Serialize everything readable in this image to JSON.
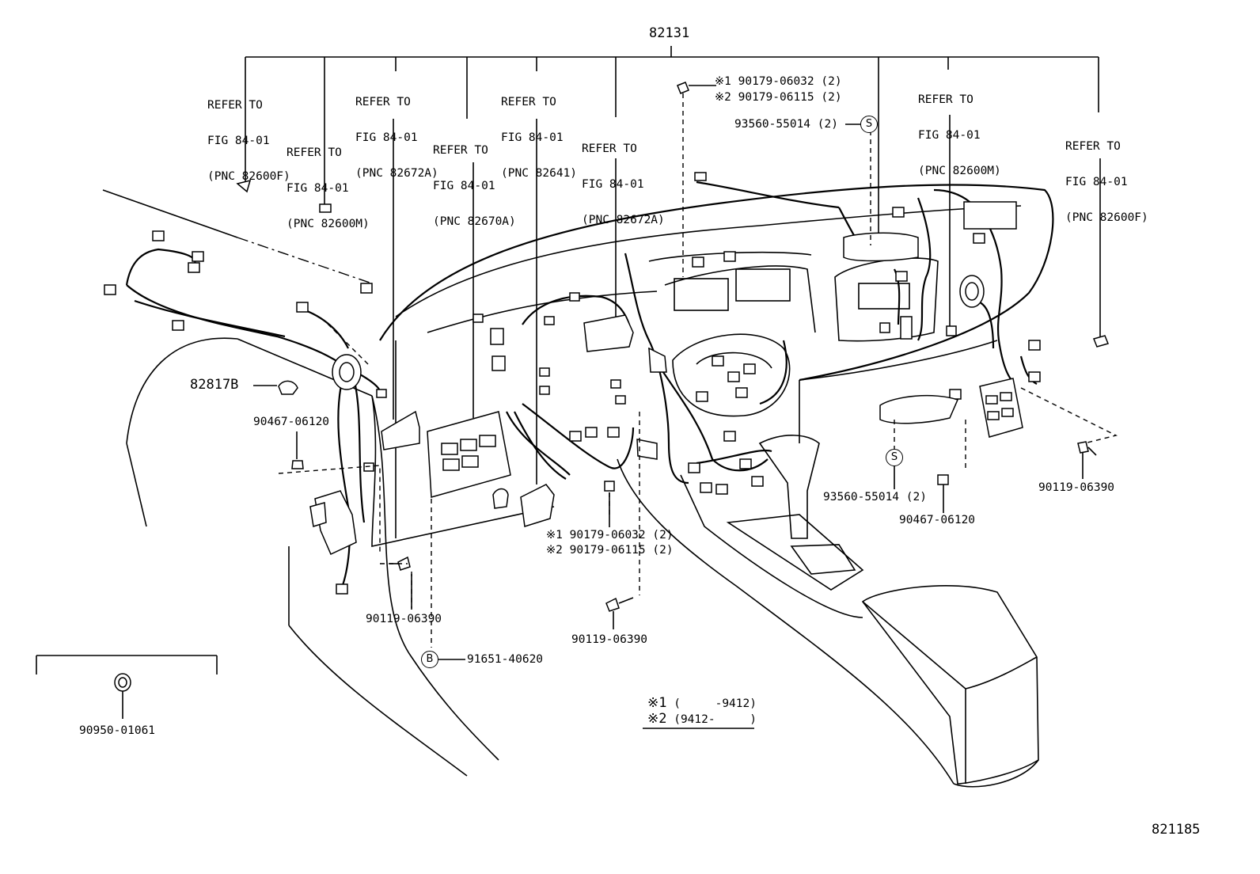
{
  "main_part": "82131",
  "refer_labels": [
    {
      "line1": "REFER TO",
      "line2": "FIG 84-01",
      "line3": "(PNC 82600F)"
    },
    {
      "line1": "REFER TO",
      "line2": "FIG 84-01",
      "line3": "(PNC 82600M)"
    },
    {
      "line1": "REFER TO",
      "line2": "FIG 84-01",
      "line3": "(PNC 82672A)"
    },
    {
      "line1": "REFER TO",
      "line2": "FIG 84-01",
      "line3": "(PNC 82670A)"
    },
    {
      "line1": "REFER TO",
      "line2": "FIG 84-01",
      "line3": "(PNC 82641)"
    },
    {
      "line1": "REFER TO",
      "line2": "FIG 84-01",
      "line3": "(PNC 82672A)"
    },
    {
      "line1": "REFER TO",
      "line2": "FIG 84-01",
      "line3": "(PNC 82600M)"
    },
    {
      "line1": "REFER TO",
      "line2": "FIG 84-01",
      "line3": "(PNC 82600F)"
    }
  ],
  "parts": {
    "p82817b": "82817B",
    "p90467_left": "90467-06120",
    "p90119_left": "90119-06390",
    "p91651": "91651-40620",
    "p90950": "90950-01061",
    "p90119_mid": "90119-06390",
    "p90179_top_1": "※1 90179-06032 (2)",
    "p90179_top_2": "※2 90179-06115 (2)",
    "p93560_top": "93560-55014 (2)",
    "p90179_mid_1": "※1 90179-06032 (2)",
    "p90179_mid_2": "※2 90179-06115 (2)",
    "p93560_bottom": "93560-55014 (2)",
    "p90467_right": "90467-06120",
    "p90119_right": "90119-06390"
  },
  "markers": {
    "b": "B",
    "s_top": "S",
    "s_bottom": "S"
  },
  "legend": {
    "row1_mark": "※1",
    "row1_range": "(     -9412)",
    "row2_mark": "※2",
    "row2_range": "(9412-     )"
  },
  "figure_number": "821185"
}
